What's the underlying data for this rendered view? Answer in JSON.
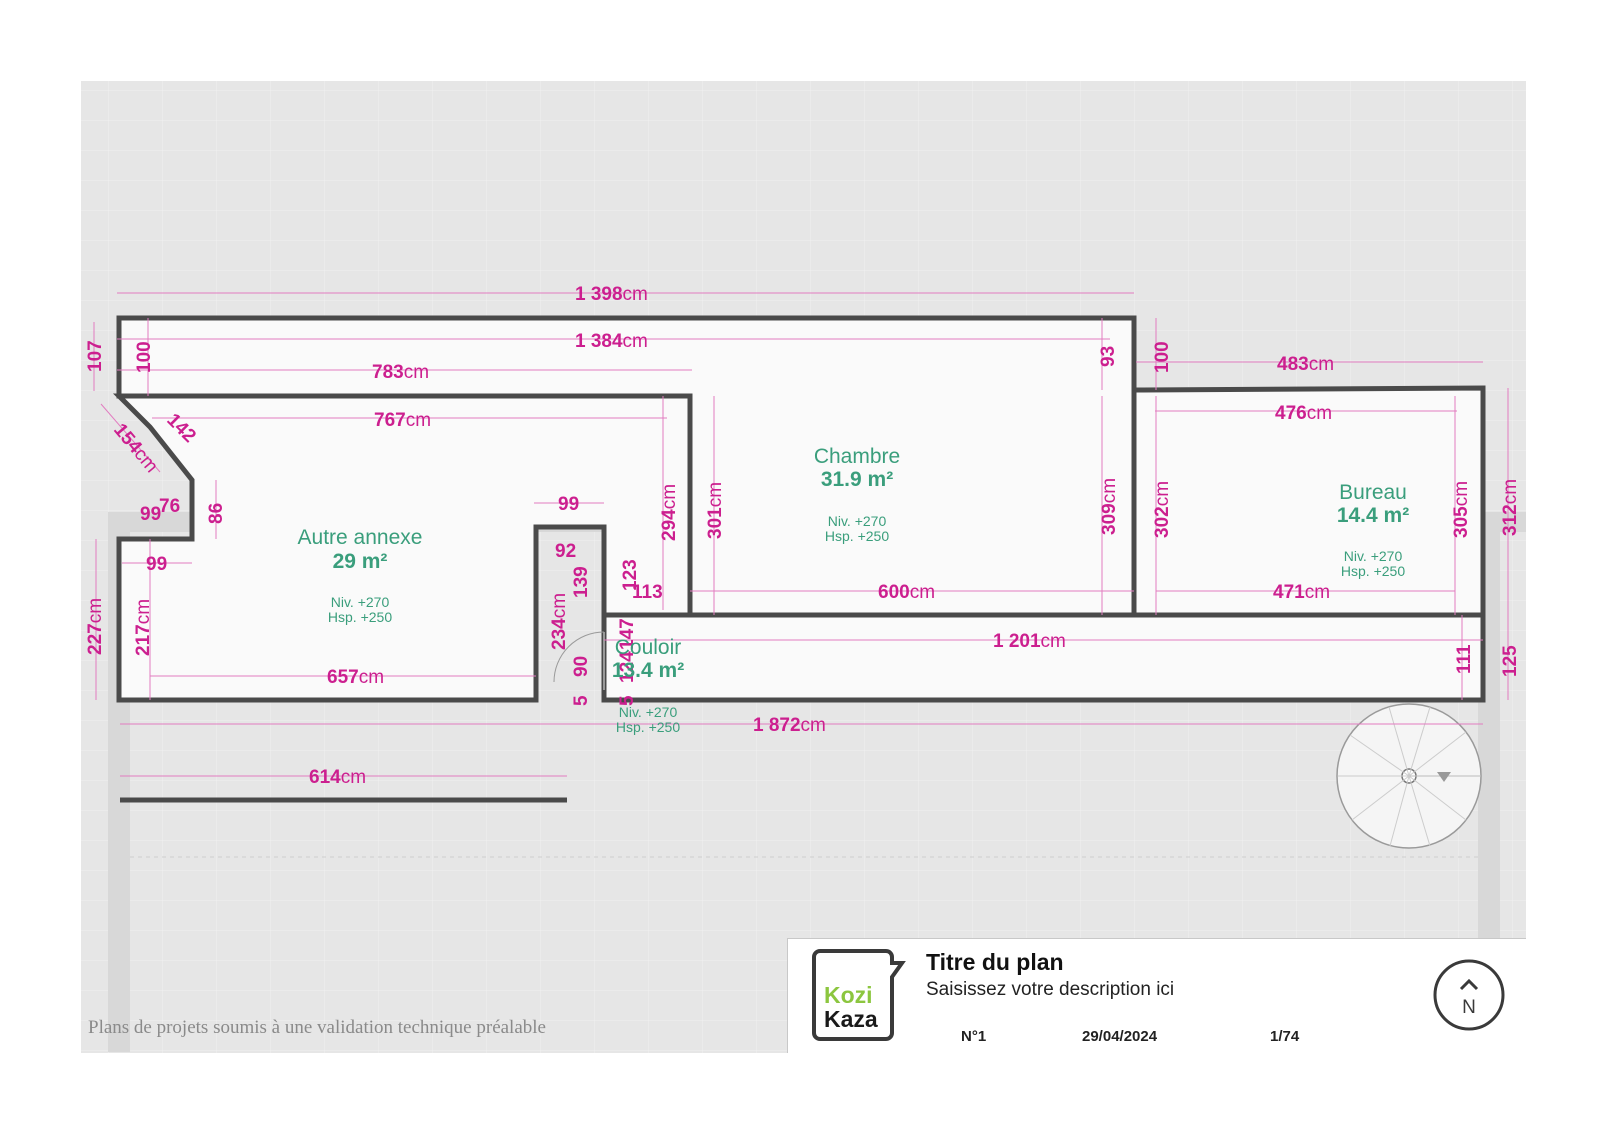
{
  "colors": {
    "dimension": "#cc1f8f",
    "room_label": "#3a9e7c",
    "wall": "#4a4a4a",
    "background_grid": "#e6e6e6"
  },
  "dimensions": {
    "top_overall": "1 398",
    "top_inner": "1 384",
    "left_107": "107",
    "left_100": "100",
    "d_783": "783",
    "d_767": "767",
    "d_93": "93",
    "d_100b": "100",
    "d_483": "483",
    "d_476": "476",
    "d_142": "142",
    "d_154": "154",
    "d_99a": "99",
    "d_76": "76",
    "d_86": "86",
    "d_99b": "99",
    "d_99c": "99",
    "d_92": "92",
    "d_139": "139",
    "d_123": "123",
    "d_113": "113",
    "d_294": "294",
    "d_301": "301",
    "d_600": "600",
    "d_309": "309",
    "d_302": "302",
    "d_471": "471",
    "d_305": "305",
    "d_312": "312",
    "d_227": "227",
    "d_217": "217",
    "d_234": "234",
    "d_90": "90",
    "d_5a": "5",
    "d_5b": "5",
    "d_147": "147",
    "d_124": "124",
    "d_657": "657",
    "d_1201": "1 201",
    "d_111": "111",
    "d_125": "125",
    "d_1872": "1 872",
    "d_614": "614",
    "unit": "cm"
  },
  "rooms": {
    "chambre": {
      "name": "Chambre",
      "area": "31.9 m²",
      "niv": "Niv. +270",
      "hsp": "Hsp. +250"
    },
    "bureau": {
      "name": "Bureau",
      "area": "14.4 m²",
      "niv": "Niv. +270",
      "hsp": "Hsp. +250"
    },
    "annexe": {
      "name": "Autre annexe",
      "area": "29 m²",
      "niv": "Niv. +270",
      "hsp": "Hsp. +250"
    },
    "couloir": {
      "name": "Couloir",
      "area": "13.4 m²",
      "niv": "Niv. +270",
      "hsp": "Hsp. +250"
    }
  },
  "title_block": {
    "logo_line1": "Kozi",
    "logo_line2": "Kaza",
    "title": "Titre du plan",
    "description": "Saisissez votre description ici",
    "number": "N°1",
    "date": "29/04/2024",
    "page": "1/74",
    "compass_label": "N"
  },
  "watermark": "Plans de projets soumis à une validation technique préalable"
}
